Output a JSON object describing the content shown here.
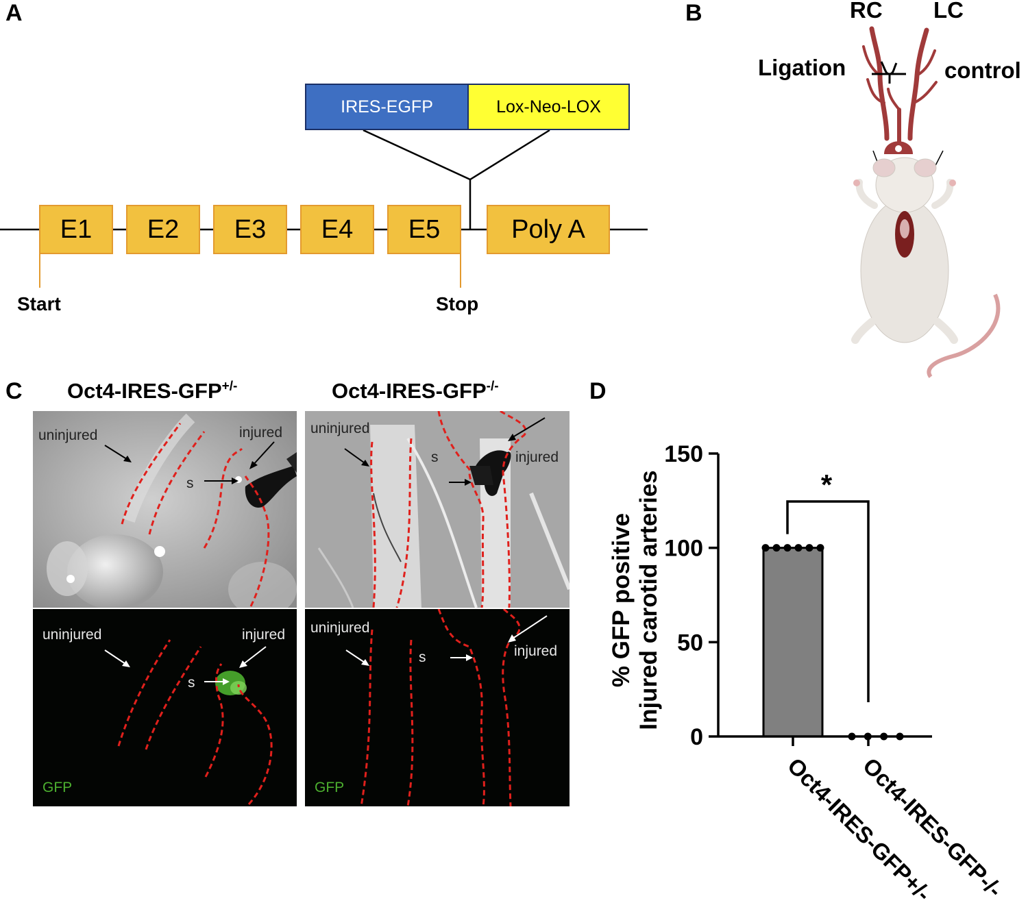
{
  "panels": {
    "a": "A",
    "b": "B",
    "c": "C",
    "d": "D"
  },
  "construct": {
    "ires_egfp": "IRES-EGFP",
    "lox_neo_lox": "Lox-Neo-LOX",
    "exons": [
      "E1",
      "E2",
      "E3",
      "E4",
      "E5"
    ],
    "poly_a": "Poly A",
    "start": "Start",
    "stop": "Stop"
  },
  "surgery": {
    "rc": "RC",
    "lc": "LC",
    "ligation": "Ligation",
    "control": "control"
  },
  "images": {
    "left_title": "Oct4-IRES-GFP",
    "left_sup": "+/-",
    "right_title": "Oct4-IRES-GFP",
    "right_sup": "-/-",
    "uninjured": "uninjured",
    "injured": "injured",
    "s": "s",
    "gfp": "GFP"
  },
  "colors": {
    "exon_fill": "#f2c13f",
    "exon_border": "#e39a2f",
    "ires_fill": "#3e6fc2",
    "lox_fill": "#ffff33",
    "artery": "#a03a3a",
    "dash": "#e0201c",
    "bar": "#808080",
    "gfp_green": "#4caf2f"
  },
  "chart_data": {
    "type": "bar",
    "ylabel_line1": "% GFP positive",
    "ylabel_line2": "Injured carotid arteries",
    "ylim": [
      0,
      150
    ],
    "yticks": [
      0,
      50,
      100,
      150
    ],
    "categories": [
      "Oct4-IRES-GFP+/-",
      "Oct4-IRES-GFP-/-"
    ],
    "values": [
      100,
      0
    ],
    "points": [
      [
        100,
        100,
        100,
        100,
        100,
        100
      ],
      [
        0,
        0,
        0,
        0
      ]
    ],
    "significance": "*"
  }
}
